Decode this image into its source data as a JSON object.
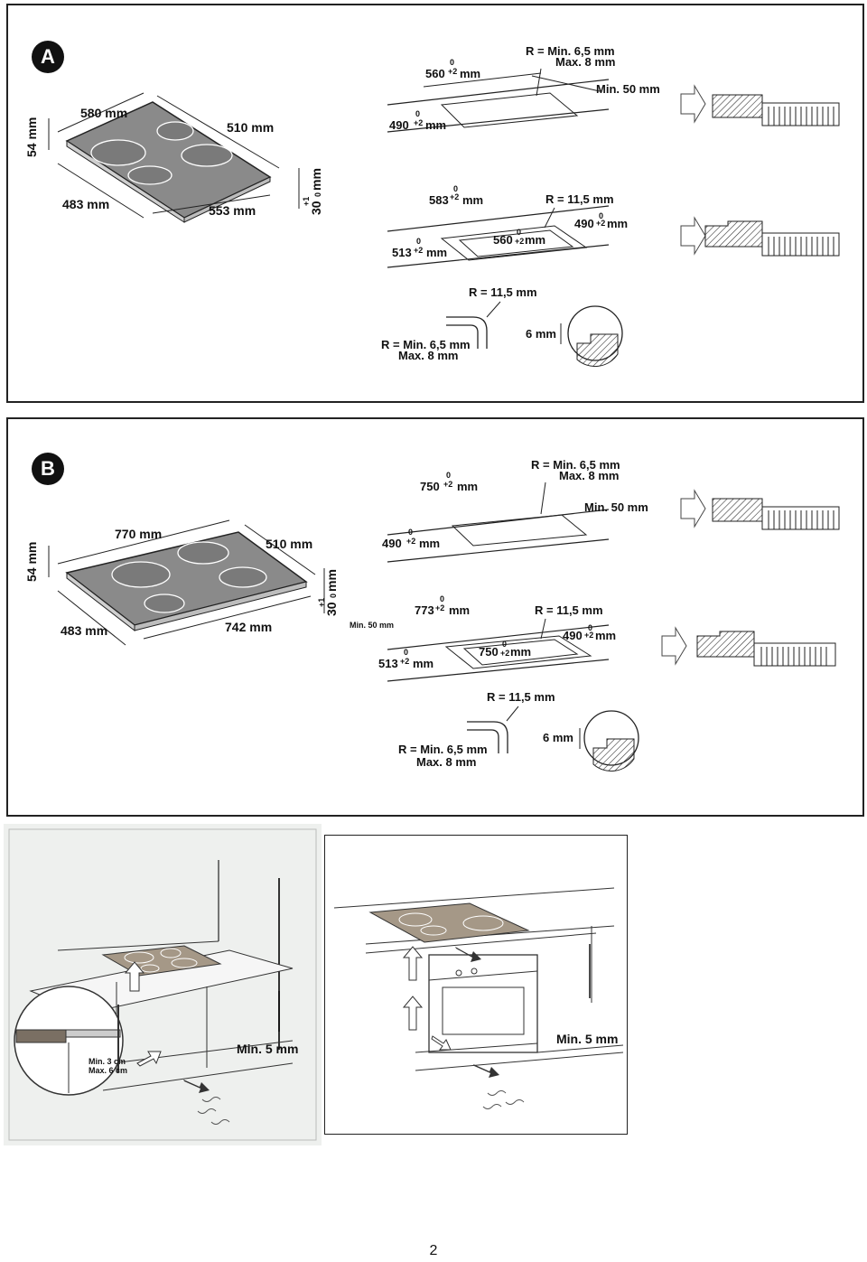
{
  "section_a": {
    "badge": "A",
    "hob": {
      "height": "54 mm",
      "depth_top": "580 mm",
      "width_top": "510 mm",
      "depth_bottom": "483 mm",
      "width_bottom": "553 mm",
      "thickness": "30",
      "thickness_sup": "+1",
      "thickness_sub": "0",
      "thickness_unit": "mm"
    },
    "cutout1": {
      "w": "560",
      "w_sup": "0",
      "w_sub": "+2",
      "w_unit": "mm",
      "d": "490",
      "d_sup": "0",
      "d_sub": "+2",
      "d_unit": "mm",
      "radius": "R = Min. 6,5 mm",
      "radius_max": "Max. 8 mm",
      "min_wall": "Min. 50 mm"
    },
    "cutout2": {
      "w": "583",
      "w_sup": "0",
      "w_sub": "+2",
      "w_unit": "mm",
      "inner_w": "560",
      "inner_w_sup": "0",
      "inner_w_sub": "+2",
      "inner_w_unit": "mm",
      "d": "513",
      "d_sup": "0",
      "d_sub": "+2",
      "d_unit": "mm",
      "inner_d": "490",
      "inner_d_sup": "0",
      "inner_d_sub": "+2",
      "inner_d_unit": "mm",
      "radius": "R = 11,5 mm"
    },
    "detail": {
      "outer_radius": "R = 11,5 mm",
      "inner_radius": "R = Min. 6,5 mm",
      "inner_radius_max": "Max. 8 mm",
      "step": "6 mm"
    }
  },
  "section_b": {
    "badge": "B",
    "hob": {
      "height": "54 mm",
      "depth_top": "770 mm",
      "width_top": "510 mm",
      "depth_bottom": "483 mm",
      "width_bottom": "742 mm",
      "thickness": "30",
      "thickness_sup": "+1",
      "thickness_sub": "0",
      "thickness_unit": "mm"
    },
    "cutout1": {
      "w": "750",
      "w_sup": "0",
      "w_sub": "+2",
      "w_unit": "mm",
      "d": "490",
      "d_sup": "0",
      "d_sub": "+2",
      "d_unit": "mm",
      "radius": "R = Min. 6,5 mm",
      "radius_max": "Max. 8 mm",
      "min_wall": "Min. 50 mm"
    },
    "cutout2": {
      "w": "773",
      "w_sup": "0",
      "w_sub": "+2",
      "w_unit": "mm",
      "inner_w": "750",
      "inner_w_sup": "0",
      "inner_w_sub": "+2",
      "inner_w_unit": "mm",
      "d": "513",
      "d_sup": "0",
      "d_sub": "+2",
      "d_unit": "mm",
      "inner_d": "490",
      "inner_d_sup": "0",
      "inner_d_sub": "+2",
      "inner_d_unit": "mm",
      "radius": "R = 11,5 mm",
      "min_wall": "Min. 50 mm"
    },
    "detail": {
      "outer_radius": "R = 11,5 mm",
      "inner_radius": "R = Min. 6,5 mm",
      "inner_radius_max": "Max. 8 mm",
      "step": "6 mm"
    }
  },
  "install_left": {
    "min_gap": "Min. 5 mm",
    "min_cm": "Min. 3 cm",
    "max_cm": "Max. 6 cm"
  },
  "install_right": {
    "min_gap": "Min. 5 mm"
  },
  "page_number": "2"
}
